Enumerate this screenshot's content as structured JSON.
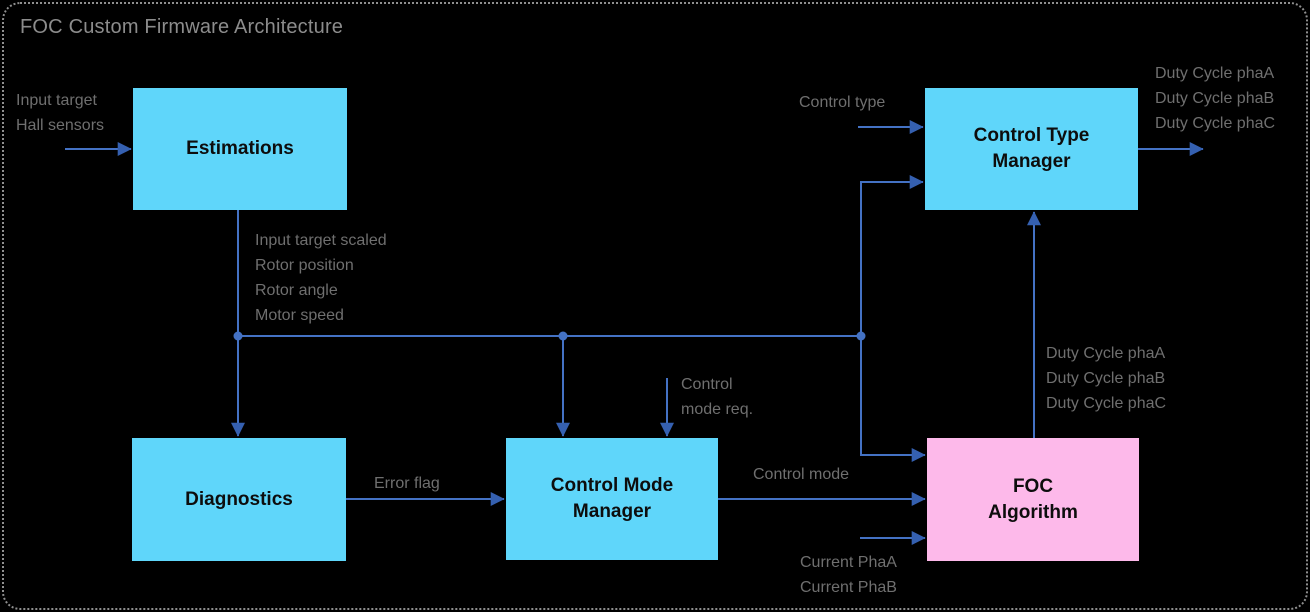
{
  "title": "FOC Custom Firmware Architecture",
  "colors": {
    "background": "#000000",
    "frame_border": "#8F8F8F",
    "node_fill": "#5FD6FA",
    "node_fill_alt": "#FDB9EA",
    "connector": "#4472C4",
    "arrowhead": "#3560B0",
    "label": "#6F6F6F",
    "title_color": "#8C8C8C",
    "node_text": "#0D0D0D"
  },
  "nodes": [
    {
      "id": "estimations",
      "label": "Estimations"
    },
    {
      "id": "control-type-manager",
      "label": "Control Type\nManager"
    },
    {
      "id": "diagnostics",
      "label": "Diagnostics"
    },
    {
      "id": "control-mode-manager",
      "label": "Control Mode\nManager"
    },
    {
      "id": "foc-algorithm",
      "label": "FOC\nAlgorithm"
    }
  ],
  "labels": {
    "estimations_inputs": "Input target\nHall sensors",
    "estimations_outputs": "Input target scaled\nRotor position\nRotor angle\nMotor speed",
    "control_type_input": "Control type",
    "duty_cycle_outputs_top": "Duty Cycle phaA\nDuty Cycle phaB\nDuty Cycle phaC",
    "duty_cycle_outputs_mid": "Duty Cycle phaA\nDuty Cycle phaB\nDuty Cycle phaC",
    "control_mode_req": "Control\nmode req.",
    "error_flag": "Error flag",
    "control_mode": "Control mode",
    "current_inputs": "Current PhaA\nCurrent PhaB"
  }
}
